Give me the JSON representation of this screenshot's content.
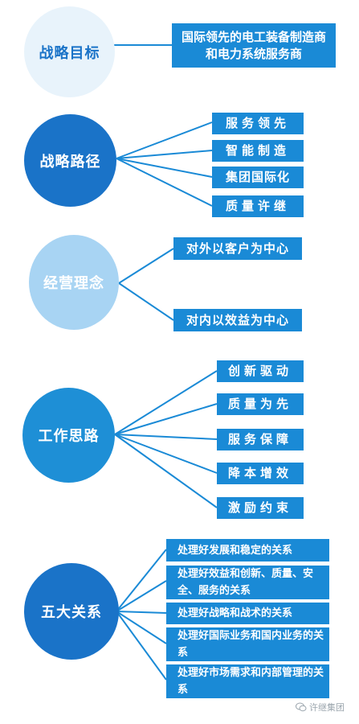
{
  "colors": {
    "dark_blue": "#1a73c8",
    "light_blue": "#a8d4f3",
    "mid_blue": "#1e8fd6",
    "box_blue": "#1a8ad6",
    "light_text": "#1a73c8"
  },
  "sections": [
    {
      "title": "战略目标",
      "style": "light",
      "items": [
        "国际领先的电工装备制造商和电力系统服务商"
      ]
    },
    {
      "title": "战略路径",
      "style": "dark",
      "items": [
        "服务领先",
        "智能制造",
        "集团国际化",
        "质量许继"
      ]
    },
    {
      "title": "经营理念",
      "style": "light",
      "items": [
        "对外以客户为中心",
        "对内以效益为中心"
      ]
    },
    {
      "title": "工作思路",
      "style": "mid",
      "items": [
        "创新驱动",
        "质量为先",
        "服务保障",
        "降本增效",
        "激励约束"
      ]
    },
    {
      "title": "五大关系",
      "style": "dark",
      "items": [
        "处理好发展和稳定的关系",
        "处理好效益和创新、质量、安全、服务的关系",
        "处理好战略和战术的关系",
        "处理好国际业务和国内业务的关系",
        "处理好市场需求和内部管理的关系"
      ]
    }
  ],
  "watermark": {
    "icon": "wechat-icon",
    "text": "许继集团"
  }
}
